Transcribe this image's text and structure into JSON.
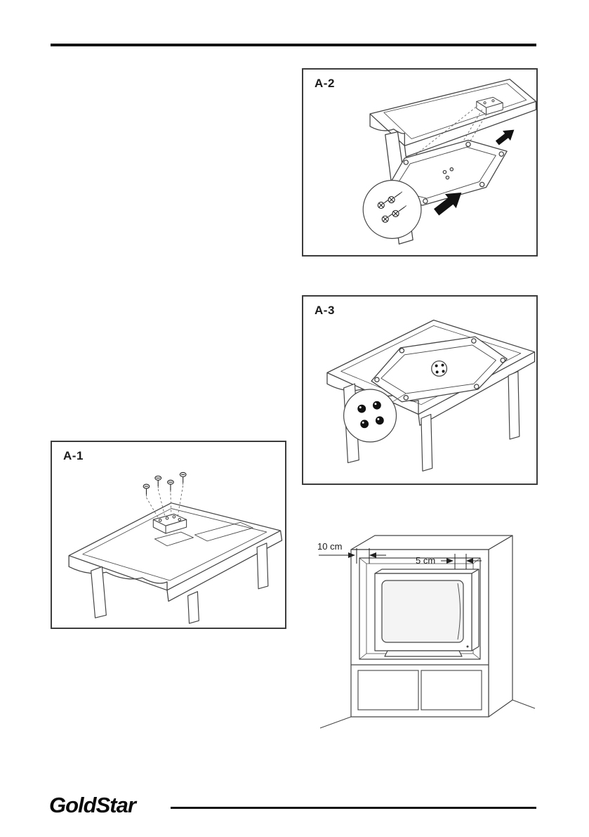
{
  "figures": {
    "a1": {
      "label": "A-1"
    },
    "a2": {
      "label": "A-2"
    },
    "a3": {
      "label": "A-3"
    }
  },
  "cabinet_diagram": {
    "dim_side": "10 cm",
    "dim_gap": "5 cm"
  },
  "footer": {
    "brand": "GoldStar"
  }
}
